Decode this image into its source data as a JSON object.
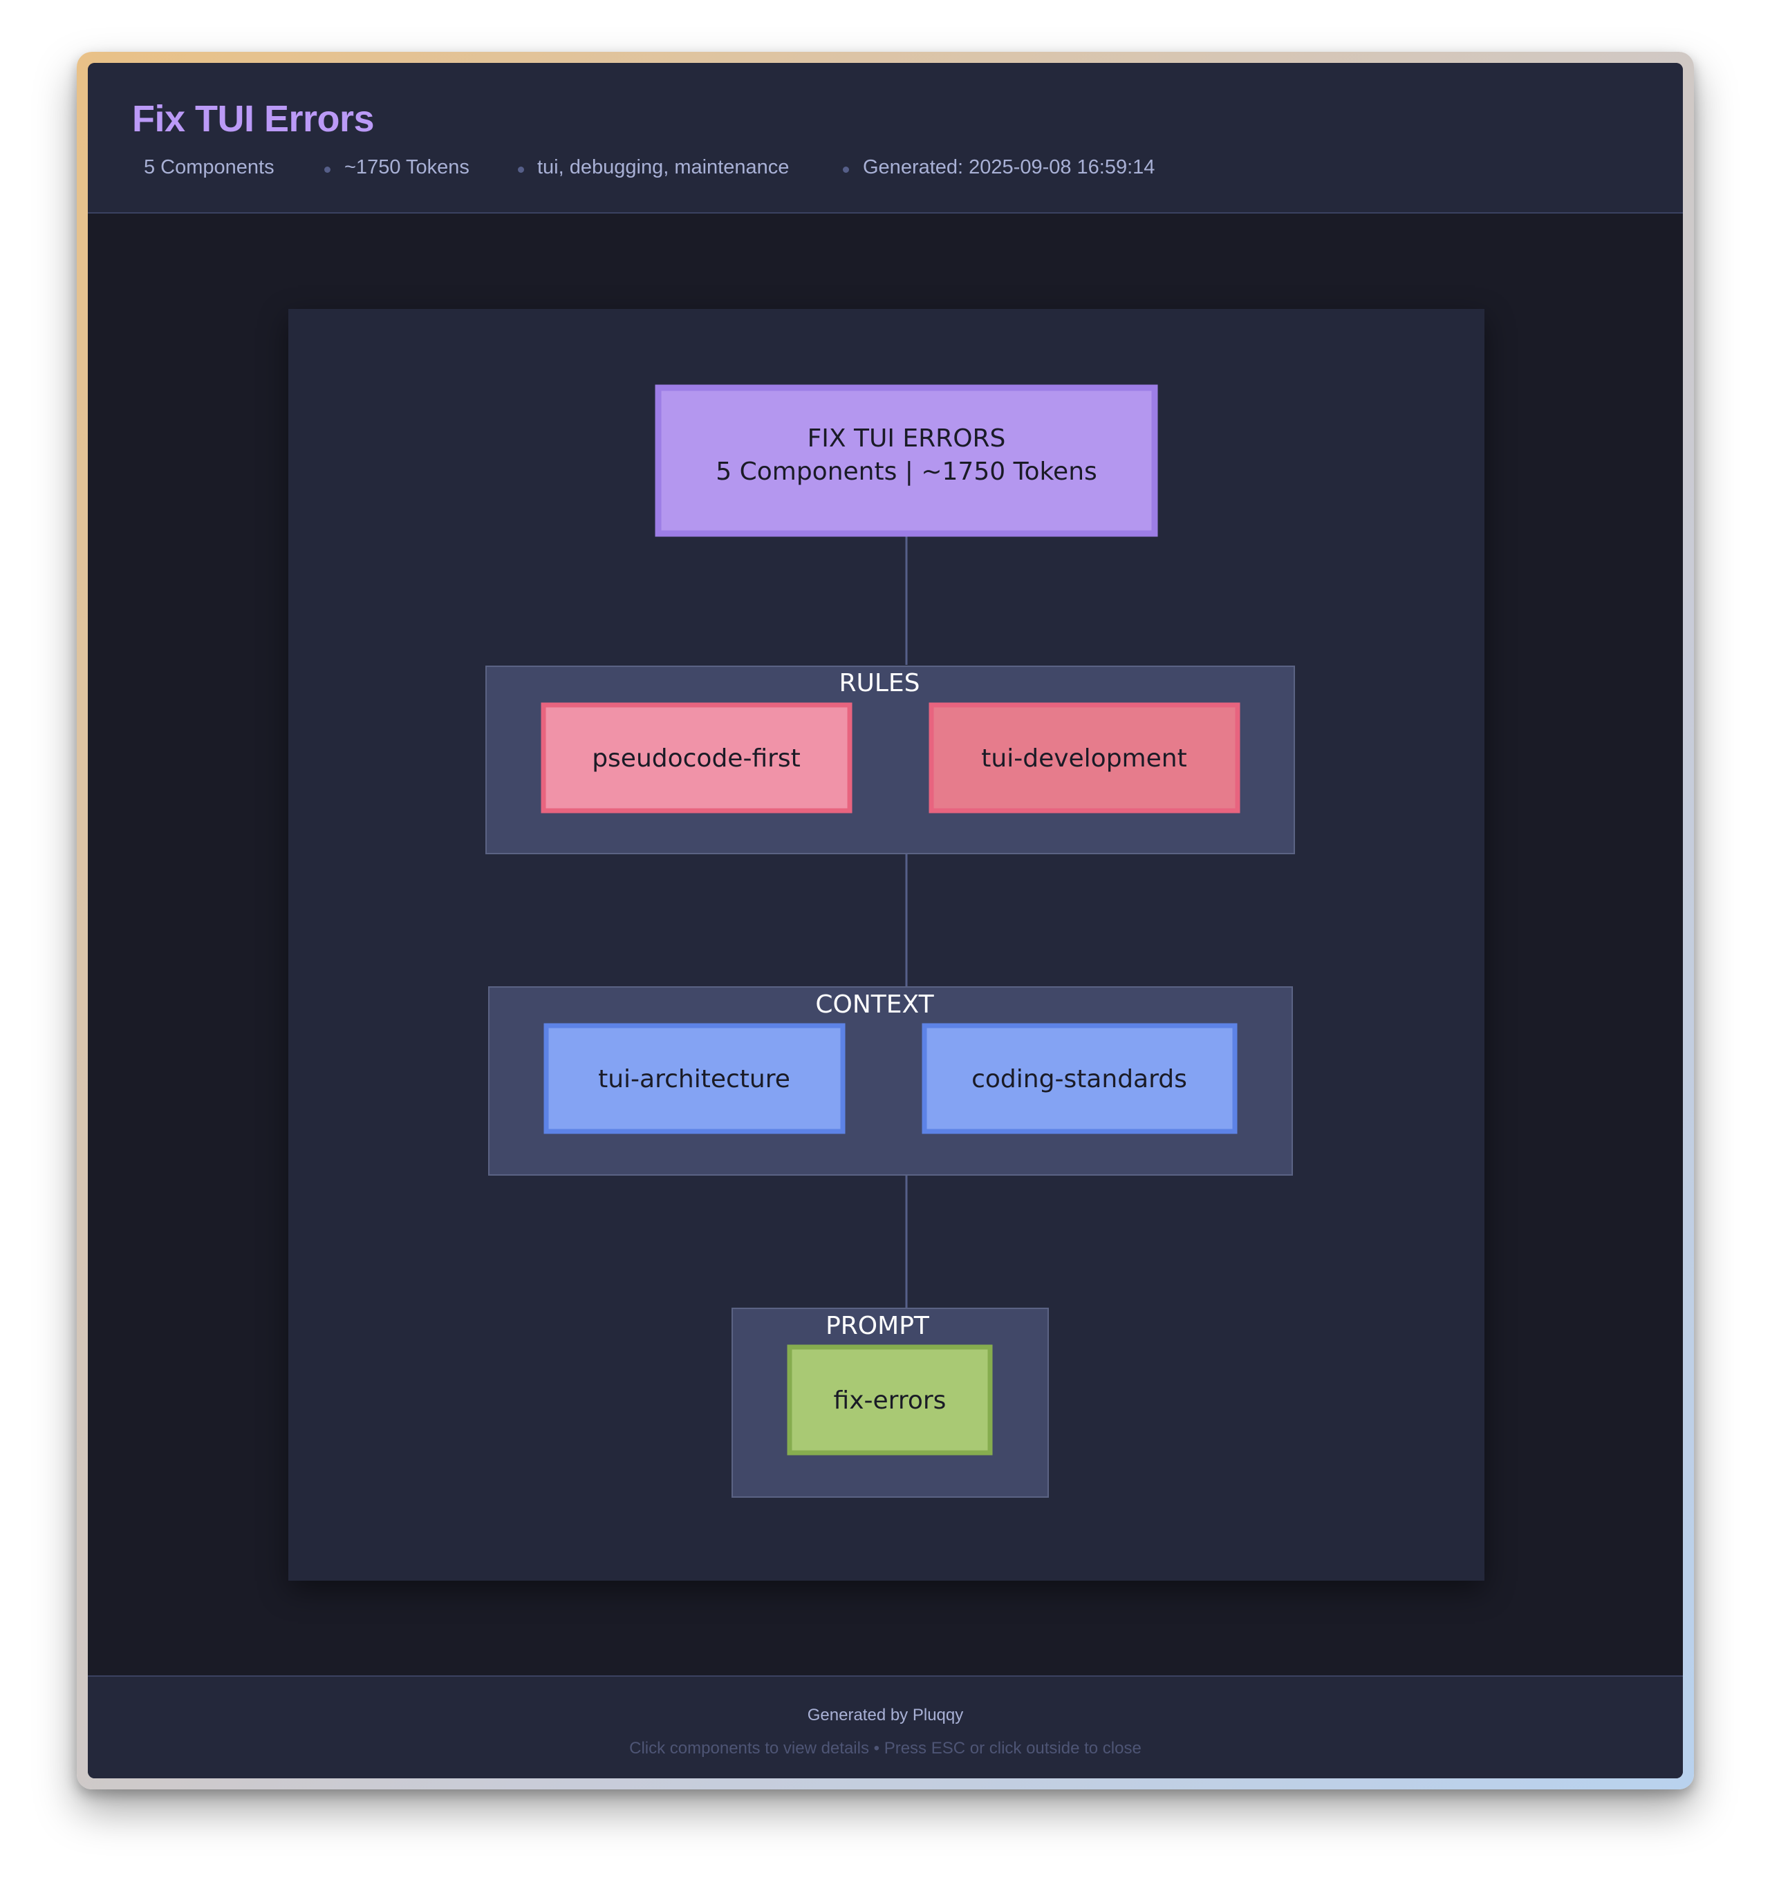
{
  "header": {
    "title": "Fix TUI Errors",
    "meta": {
      "components": "5 Components",
      "tokens": "~1750 Tokens",
      "tags": "tui, debugging, maintenance",
      "generated": "Generated: 2025-09-08 16:59:14"
    }
  },
  "diagram": {
    "root": {
      "line1": "FIX TUI ERRORS",
      "line2": "5 Components | ~1750 Tokens"
    },
    "groups": {
      "rules": {
        "title": "RULES",
        "items": [
          "pseudocode-first",
          "tui-development"
        ]
      },
      "context": {
        "title": "CONTEXT",
        "items": [
          "tui-architecture",
          "coding-standards"
        ]
      },
      "prompt": {
        "title": "PROMPT",
        "items": [
          "fix-errors"
        ]
      }
    },
    "colors": {
      "root_fill": "#b497ef",
      "root_border": "#9d7ee6",
      "rules_item_1": "#f093a8",
      "rules_item_2": "#e67c8c",
      "rules_border": "#e8647f",
      "context_item": "#84a3f3",
      "context_border": "#5d83e6",
      "prompt_item": "#a9c974",
      "prompt_border": "#86ad4f",
      "group_fill": "#414868",
      "connector": "#565f89"
    }
  },
  "footer": {
    "generated_by": "Generated by Pluqqy",
    "hint": "Click components to view details • Press ESC or click outside to close"
  }
}
